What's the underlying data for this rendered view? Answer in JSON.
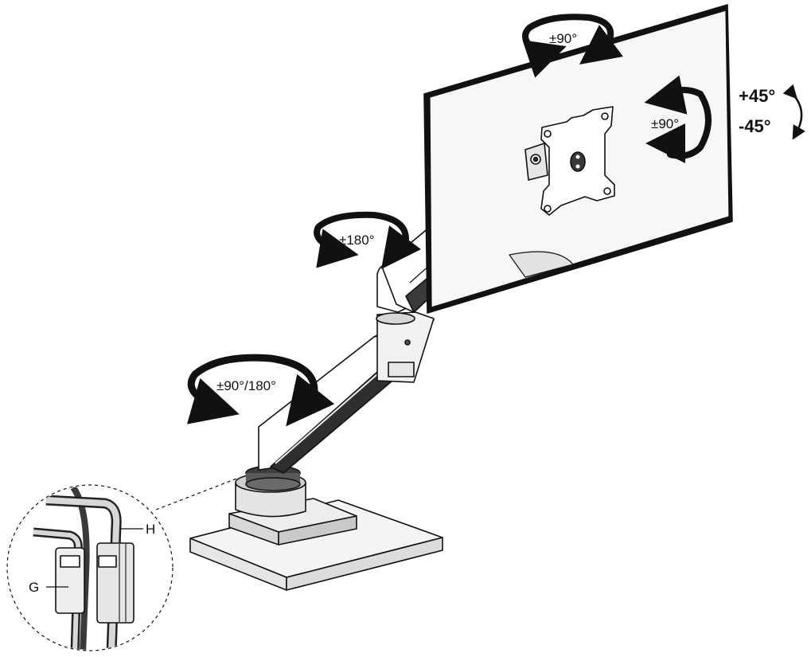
{
  "labels": {
    "top_rotation": "±90°",
    "screen_rotation": "±90°",
    "tilt_up": "+45°",
    "tilt_down": "-45°",
    "arm_joint_swivel": "±180°",
    "base_swivel": "±90°/180°"
  },
  "parts": {
    "clip_h": "H",
    "clip_g": "G"
  },
  "colors": {
    "line": "#111111",
    "fill_light": "#f2f2f2",
    "fill_mid": "#d9d9d9",
    "fill_dark": "#4a4a4a"
  }
}
